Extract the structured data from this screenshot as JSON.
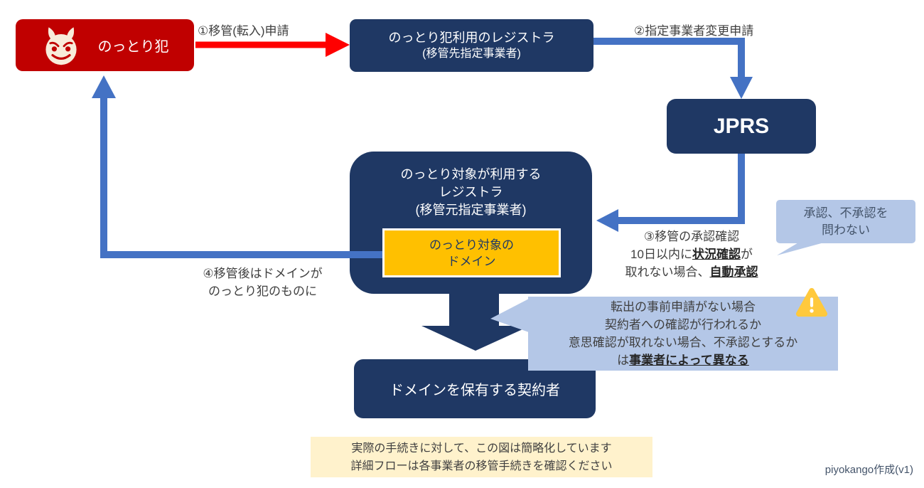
{
  "colors": {
    "attacker_red": "#C00000",
    "navy_box": "#1F3864",
    "arrow_red": "#FF0000",
    "arrow_blue": "#4472C4",
    "callout_light_blue": "#B4C7E7",
    "domain_orange": "#FFC000",
    "note_cream": "#FFF2CC",
    "warning_yellow": "#FFC93D",
    "label_text": "#404040",
    "credit_text": "#44546A"
  },
  "nodes": {
    "hijacker": {
      "label": "のっとり犯"
    },
    "new_registrar": {
      "line1": "のっとり犯利用のレジストラ",
      "line2": "(移管先指定事業者)"
    },
    "jprs": {
      "label": "JPRS"
    },
    "old_registrar": {
      "line1": "のっとり対象が利用する",
      "line2": "レジストラ",
      "line3": "(移管元指定事業者)"
    },
    "target_domain": {
      "line1": "のっとり対象の",
      "line2": "ドメイン"
    },
    "contractor": {
      "label": "ドメインを保有する契約者"
    }
  },
  "steps": {
    "step1": {
      "label": "①移管(転入)申請"
    },
    "step2": {
      "label": "②指定事業者変更申請"
    },
    "step3": {
      "line1": "③移管の承認確認",
      "line2_pre": "10日以内に",
      "line2_em": "状況確認",
      "line2_post": "が",
      "line3_pre": "取れない場合、",
      "line3_em": "自動承認"
    },
    "step4": {
      "line1": "④移管後はドメインが",
      "line2": "のっとり犯のものに"
    }
  },
  "speech_bubble": {
    "line1": "承認、不承認を",
    "line2": "問わない"
  },
  "callout": {
    "line1": "転出の事前申請がない場合",
    "line2": "契約者への確認が行われるか",
    "line3": "意思確認が取れない場合、不承認とするか",
    "line4_pre": "は",
    "line4_em": "事業者によって異なる"
  },
  "footnote": {
    "line1": "実際の手続きに対して、この図は簡略化しています",
    "line2": "詳細フローは各事業者の移管手続きを確認ください"
  },
  "credit": "piyokango作成(v1)",
  "icons": {
    "devil": "devil-face-icon",
    "warning": "warning-triangle-icon"
  }
}
